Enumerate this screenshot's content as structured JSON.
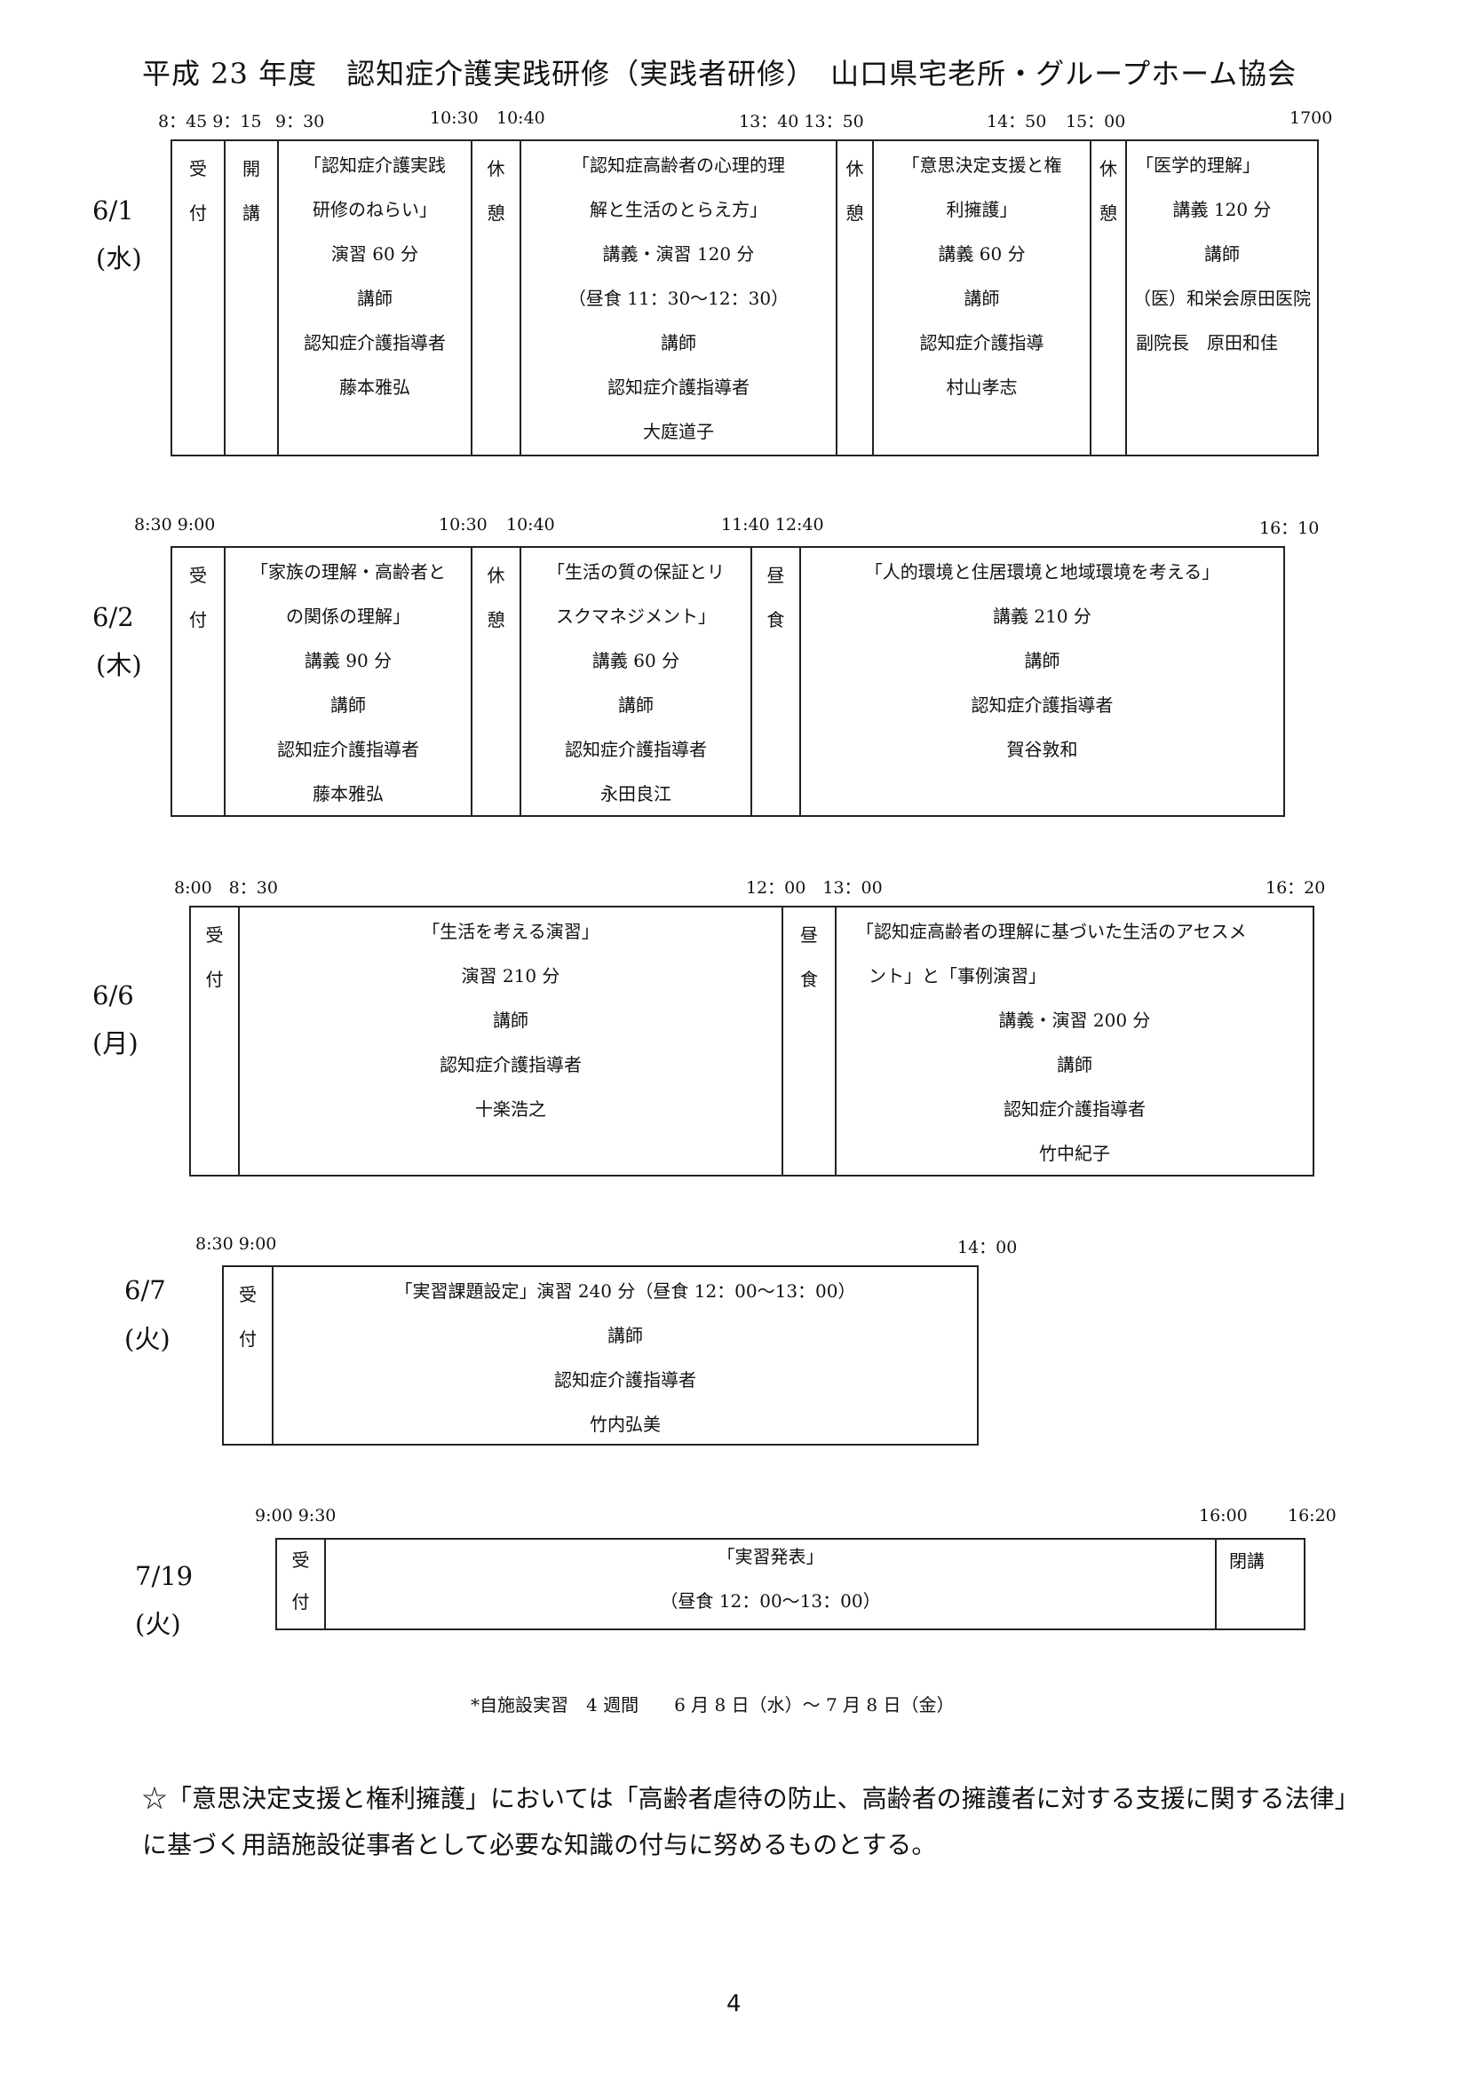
{
  "header": {
    "title": "平成 23 年度　認知症介護実践研修（実践者研修）　山口県宅老所・グループホーム協会"
  },
  "day1": {
    "date": "6/1",
    "weekday": "(水)",
    "times": {
      "t1": "8：45 9：15",
      "t2": "9：30",
      "t3": "10:30",
      "t4": "10:40",
      "t5": "13：40 13：50",
      "t6": "14：50",
      "t7": "15：00",
      "t8": "1700"
    },
    "uketsuke": [
      "受",
      "付"
    ],
    "kaiko": [
      "開",
      "講"
    ],
    "s1": [
      "「認知症介護実践",
      "研修のねらい」",
      "演習 60 分",
      "講師",
      "認知症介護指導者",
      "藤本雅弘"
    ],
    "break1": [
      "休",
      "憩"
    ],
    "s2": [
      "「認知症高齢者の心理的理",
      "解と生活のとらえ方」",
      "講義・演習 120 分",
      "（昼食 11：30～12：30）",
      "講師",
      "認知症介護指導者",
      "大庭道子"
    ],
    "break2": [
      "休",
      "憩"
    ],
    "s3": [
      "「意思決定支援と権",
      "利擁護」",
      "講義 60 分",
      "講師",
      "認知症介護指導",
      "村山孝志"
    ],
    "break3": [
      "休",
      "憩"
    ],
    "s4": [
      "「医学的理解」",
      "講義 120 分",
      "講師",
      "（医）和栄会原田医院",
      "副院長　原田和佳"
    ]
  },
  "day2": {
    "date": "6/2",
    "weekday": "(木)",
    "times": {
      "t1": "8:30 9:00",
      "t2": "10:30",
      "t3": "10:40",
      "t4": "11:40 12:40",
      "t5": "16：10"
    },
    "uketsuke": [
      "受",
      "付"
    ],
    "s1": [
      "「家族の理解・高齢者と",
      "の関係の理解」",
      "講義 90 分",
      "講師",
      "認知症介護指導者",
      "藤本雅弘"
    ],
    "break1": [
      "休",
      "憩"
    ],
    "s2": [
      "「生活の質の保証とリ",
      "スクマネジメント」",
      "講義 60 分",
      "講師",
      "認知症介護指導者",
      "永田良江"
    ],
    "lunch": [
      "昼",
      "食"
    ],
    "s3": [
      "「人的環境と住居環境と地域環境を考える」",
      "講義 210 分",
      "講師",
      "認知症介護指導者",
      "賀谷敦和"
    ]
  },
  "day3": {
    "date": "6/6",
    "weekday": "(月)",
    "times": {
      "t1": "8:00　8：30",
      "t2": "12：00　13：00",
      "t3": "16：20"
    },
    "uketsuke": [
      "受",
      "付"
    ],
    "s1": [
      "「生活を考える演習」",
      "演習 210 分",
      "講師",
      "認知症介護指導者",
      "十楽浩之"
    ],
    "lunch": [
      "昼",
      "食"
    ],
    "s2": [
      "「認知症高齢者の理解に基づいた生活のアセスメ",
      "ント」と「事例演習」",
      "講義・演習 200 分",
      "講師",
      "認知症介護指導者",
      "竹中紀子"
    ]
  },
  "day4": {
    "date": "6/7",
    "weekday": "(火)",
    "times": {
      "t1": "8:30 9:00",
      "t2": "14：00"
    },
    "uketsuke": [
      "受",
      "付"
    ],
    "s1": [
      "「実習課題設定」演習 240 分（昼食 12：00～13：00）",
      "講師",
      "認知症介護指導者",
      "竹内弘美"
    ]
  },
  "day5": {
    "date": "7/19",
    "weekday": "(火)",
    "times": {
      "t1": "9:00 9:30",
      "t2": "16:00",
      "t3": "16:20"
    },
    "uketsuke": [
      "受",
      "付"
    ],
    "s1": [
      "「実習発表」",
      "（昼食 12：00～13：00）"
    ],
    "closing": "閉講"
  },
  "note": "*自施設実習　4 週間　　6 月 8 日（水）～ 7 月 8 日（金）",
  "remark": [
    "☆「意思決定支援と権利擁護」においては「高齢者虐待の防止、高齢者の擁護者に対する支援に関する法律」",
    "に基づく用語施設従事者として必要な知識の付与に努めるものとする。"
  ],
  "page_number": "4"
}
